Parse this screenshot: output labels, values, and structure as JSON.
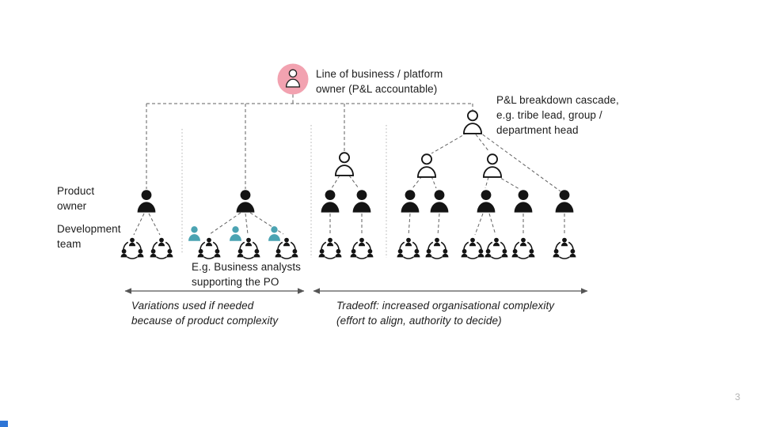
{
  "slide": {
    "page_number": "3"
  },
  "labels": {
    "line_owner": "Line of business / platform\nowner (P&L accountable)",
    "cascade": "P&L breakdown cascade,\ne.g. tribe lead, group /\ndepartment head",
    "product_owner": "Product\nowner",
    "development_team": "Development\nteam",
    "ba_note": "E.g. Business analysts\nsupporting the PO",
    "variations_callout": "Variations used if needed\nbecause of product complexity",
    "tradeoff_callout": "Tradeoff: increased organisational complexity\n(effort to align, authority to decide)"
  },
  "icons": {
    "line_owner_icon": "person-outline-in-pink-circle",
    "product_owner_icon": "person-filled-black",
    "cascade_lead_icon": "person-outline",
    "development_team_icon": "three-person-team-circle",
    "business_analyst_icon": "person-filled-teal"
  },
  "colors": {
    "owner_badge_pink": "#F2A2B0",
    "business_analyst_teal": "#4BA3B2",
    "icon_black": "#141414",
    "connector_gray": "#616161",
    "separator_gray": "#B0B0B0",
    "page_number_gray": "#B3B3B3",
    "corner_marker_blue": "#2E75D6"
  }
}
